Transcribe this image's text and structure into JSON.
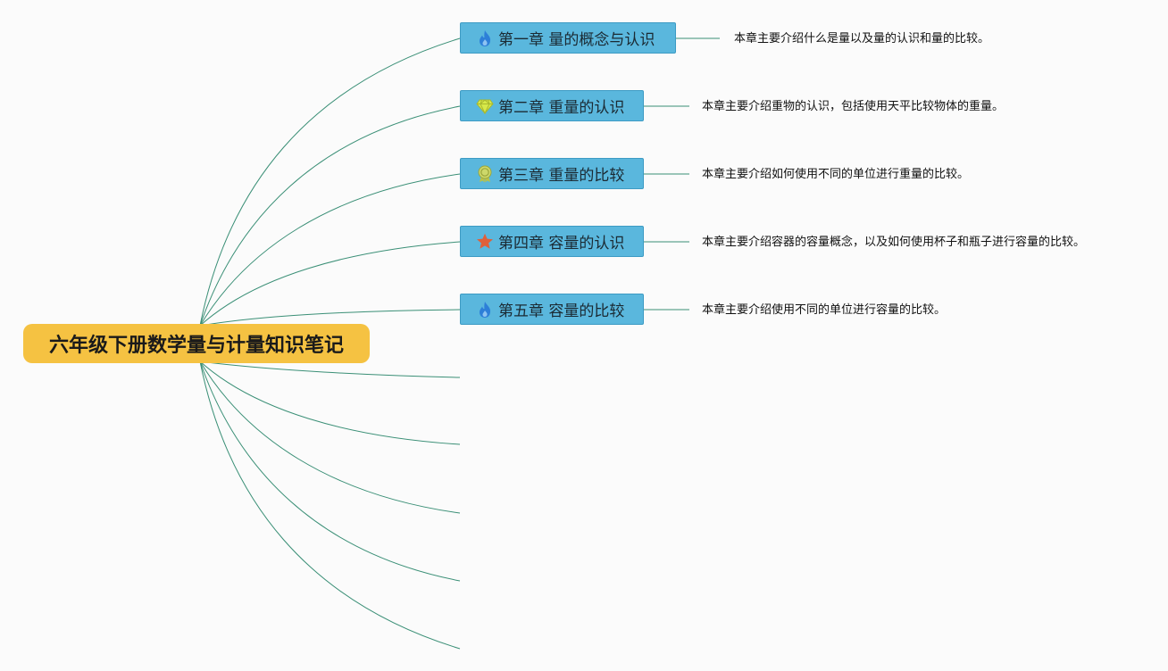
{
  "root": {
    "label": "六年级下册数学量与计量知识笔记"
  },
  "chapters": [
    {
      "label": "第一章 量的概念与认识",
      "icon": "fire-icon",
      "description": "本章主要介绍什么是量以及量的认识和量的比较。"
    },
    {
      "label": "第二章 重量的认识",
      "icon": "diamond-icon",
      "description": "本章主要介绍重物的认识，包括使用天平比较物体的重量。"
    },
    {
      "label": "第三章 重量的比较",
      "icon": "award-icon",
      "description": "本章主要介绍如何使用不同的单位进行重量的比较。"
    },
    {
      "label": "第四章 容量的认识",
      "icon": "star-icon",
      "description": "本章主要介绍容器的容量概念，以及如何使用杯子和瓶子进行容量的比较。"
    },
    {
      "label": "第五章 容量的比较",
      "icon": "fire-icon",
      "description": "本章主要介绍使用不同的单位进行容量的比较。"
    }
  ],
  "colors": {
    "root_fill": "#f5c242",
    "chapter_fill": "#5ab7dd",
    "connector": "#3a8f76",
    "fire_icon": "#2d7fd8",
    "diamond_icon": "#d7e94a",
    "award_icon": "#b8c24a",
    "star_icon": "#e0603a"
  }
}
